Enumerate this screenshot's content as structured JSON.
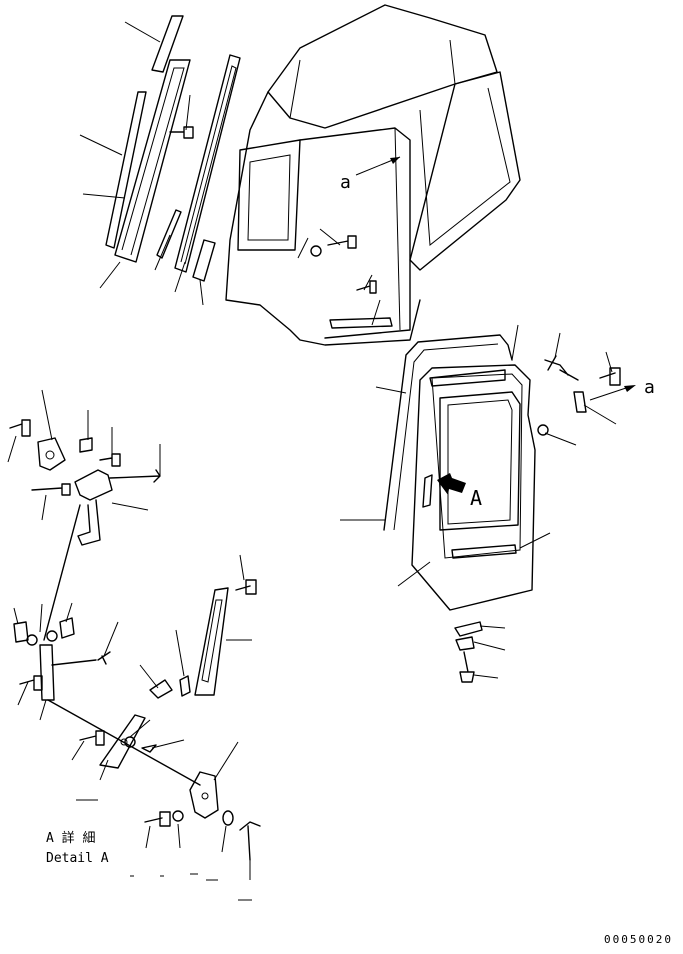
{
  "labels": {
    "view_a_lower": "a",
    "view_a_right": "a",
    "detail_a_arrow": "A",
    "detail_title_jp": "A 詳 細",
    "detail_title_en": "Detail A",
    "drawing_number": "00050020"
  }
}
